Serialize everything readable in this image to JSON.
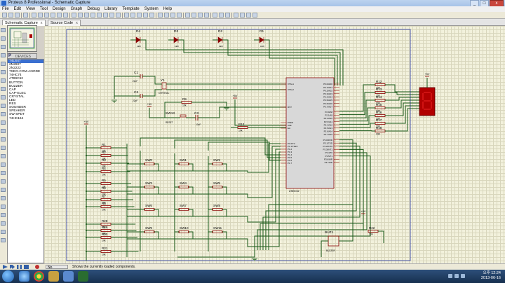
{
  "window": {
    "title": "Proteus 8 Professional - Schematic Capture",
    "controls": [
      "_",
      "□",
      "x"
    ]
  },
  "menu": [
    "File",
    "Edit",
    "View",
    "Tool",
    "Design",
    "Graph",
    "Debug",
    "Library",
    "Template",
    "System",
    "Help"
  ],
  "tabs": [
    {
      "label": "Schematic Capture",
      "close": "x"
    },
    {
      "label": "Source Code",
      "close": "x"
    }
  ],
  "device_panel": {
    "mode_letter": "P",
    "header": "DEVICES",
    "items": [
      "74LS47",
      "2N2907",
      "2N2222",
      "7SEG-COM-ANODE",
      "74HC74",
      "AT89C52",
      "BUTTON",
      "BUZZER",
      "CAP",
      "CAP-ELEC",
      "CRYSTAL",
      "LED",
      "RES",
      "SOUNDER",
      "SPEAKER",
      "SW-SPDT",
      "74HC164"
    ],
    "selected_index": 0
  },
  "schematic": {
    "leds": [
      "D4",
      "D3",
      "D2",
      "D1"
    ],
    "led_sublabel": "LED",
    "capacitors": [
      {
        "ref": "C1",
        "value": "22pF"
      },
      {
        "ref": "C2",
        "value": "22pF"
      },
      {
        "ref": "C3",
        "value": "10uF"
      }
    ],
    "crystal": {
      "ref": "Y1",
      "value": "CRYSTAL"
    },
    "reset_button": {
      "ref": "SW13",
      "value": "RESET"
    },
    "r9": {
      "ref": "R9",
      "value": "10k"
    },
    "r10": {
      "ref": "R10",
      "value": "10k"
    },
    "power_label": "+5V",
    "mcu": {
      "part": "AT89C52",
      "left_pins": [
        "XTAL1",
        "XTAL2",
        "RST",
        "PSEN",
        "ALE",
        "EA",
        "P1.0/T2",
        "P1.1/T2EX",
        "P1.2",
        "P1.3",
        "P1.4",
        "P1.5",
        "P1.6",
        "P1.7"
      ],
      "right_pins": [
        "P0.0/AD0",
        "P0.1/AD1",
        "P0.2/AD2",
        "P0.3/AD3",
        "P0.4/AD4",
        "P0.5/AD5",
        "P0.6/AD6",
        "P0.7/AD7",
        "P2.0/A8",
        "P2.1/A9",
        "P2.2/A10",
        "P2.3/A11",
        "P2.4/A12",
        "P2.5/A13",
        "P2.6/A14",
        "P2.7/A15",
        "P3.0/RXD",
        "P3.1/TXD",
        "P3.2/INT0",
        "P3.3/INT1",
        "P3.4/T0",
        "P3.5/T1",
        "P3.6/WR",
        "P3.7/RD"
      ]
    },
    "left_resistors": [
      "R1",
      "R2",
      "R3",
      "R4",
      "R5",
      "R6",
      "R7",
      "R8",
      "R28",
      "R29",
      "R30",
      "R31"
    ],
    "resistor_value": "10k",
    "switches": [
      "SW0",
      "SW1",
      "SW2",
      "SW3",
      "SW4",
      "SW5",
      "SW6",
      "SW7",
      "SW8",
      "SW9",
      "SW10",
      "SW11"
    ],
    "seg_resistors": [
      "R12",
      "R13",
      "R14",
      "R15",
      "R16",
      "R17",
      "R18"
    ],
    "seg_value": "330",
    "buzzer": {
      "ref": "BUZ1",
      "value": "BUZZER"
    },
    "r22": {
      "ref": "R22",
      "value": "10k"
    }
  },
  "status": {
    "messages_box": "No Messages",
    "text": "Shows the currently loaded components."
  },
  "clock": {
    "time": "오후 12:24",
    "date": "2013-06-16"
  },
  "colors": {
    "wire": "#1a5a1a",
    "component": "#8b0000",
    "canvas": "#f2f1dc",
    "grid": "#d8d6bc",
    "sheet_border": "#2030a0",
    "segment_red": "#d81818"
  }
}
